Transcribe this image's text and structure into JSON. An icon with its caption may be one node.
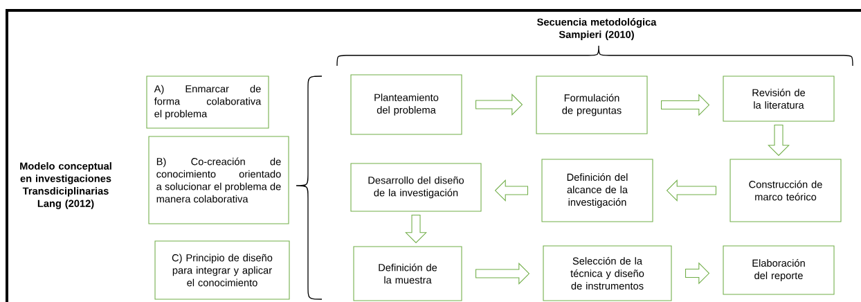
{
  "diagram": {
    "title": "Secuencia metodológica Sampieri (2010)",
    "nodes": [
      {
        "text": [
          "A) Enmarcar de forma colaborativa el problema"
        ]
      },
      {
        "text": [
          "B) Co-creación de conocimiento orientado a solucionar el problema de manera colaborativa"
        ]
      },
      {
        "text": [
          "C) Principio de diseño para integrar y aplicar el conocimiento"
        ]
      },
      {
        "text": [
          "Planteamiento del problema"
        ]
      },
      {
        "text": [
          "Formulación de preguntas"
        ]
      },
      {
        "text": [
          "Revisión de la literatura"
        ]
      },
      {
        "text": [
          "Desarrollo del diseño de la investigación"
        ]
      },
      {
        "text": [
          "Definición del alcance de la investigación"
        ]
      },
      {
        "text": [
          "Construcción de marco teórico"
        ]
      },
      {
        "text": [
          "Definición de la muestra"
        ]
      },
      {
        "text": [
          "Selección de la técnica y diseño de instrumentos"
        ]
      },
      {
        "text": [
          "Elaboración del reporte"
        ]
      }
    ],
    "edges": [
      {
        "from": 3,
        "to": 4,
        "arrow": "to"
      },
      {
        "from": 4,
        "to": 5,
        "arrow": "to"
      },
      {
        "from": 5,
        "to": 8,
        "arrow": "to"
      },
      {
        "from": 8,
        "to": 7,
        "arrow": "to"
      },
      {
        "from": 7,
        "to": 6,
        "arrow": "to"
      },
      {
        "from": 6,
        "to": 9,
        "arrow": "to"
      },
      {
        "from": 9,
        "to": 10,
        "arrow": "to"
      },
      {
        "from": 10,
        "to": 11,
        "arrow": "to"
      }
    ],
    "labels": [
      "Modelo conceptual en investigaciones Transdiciplinarias Lang (2012)"
    ]
  }
}
